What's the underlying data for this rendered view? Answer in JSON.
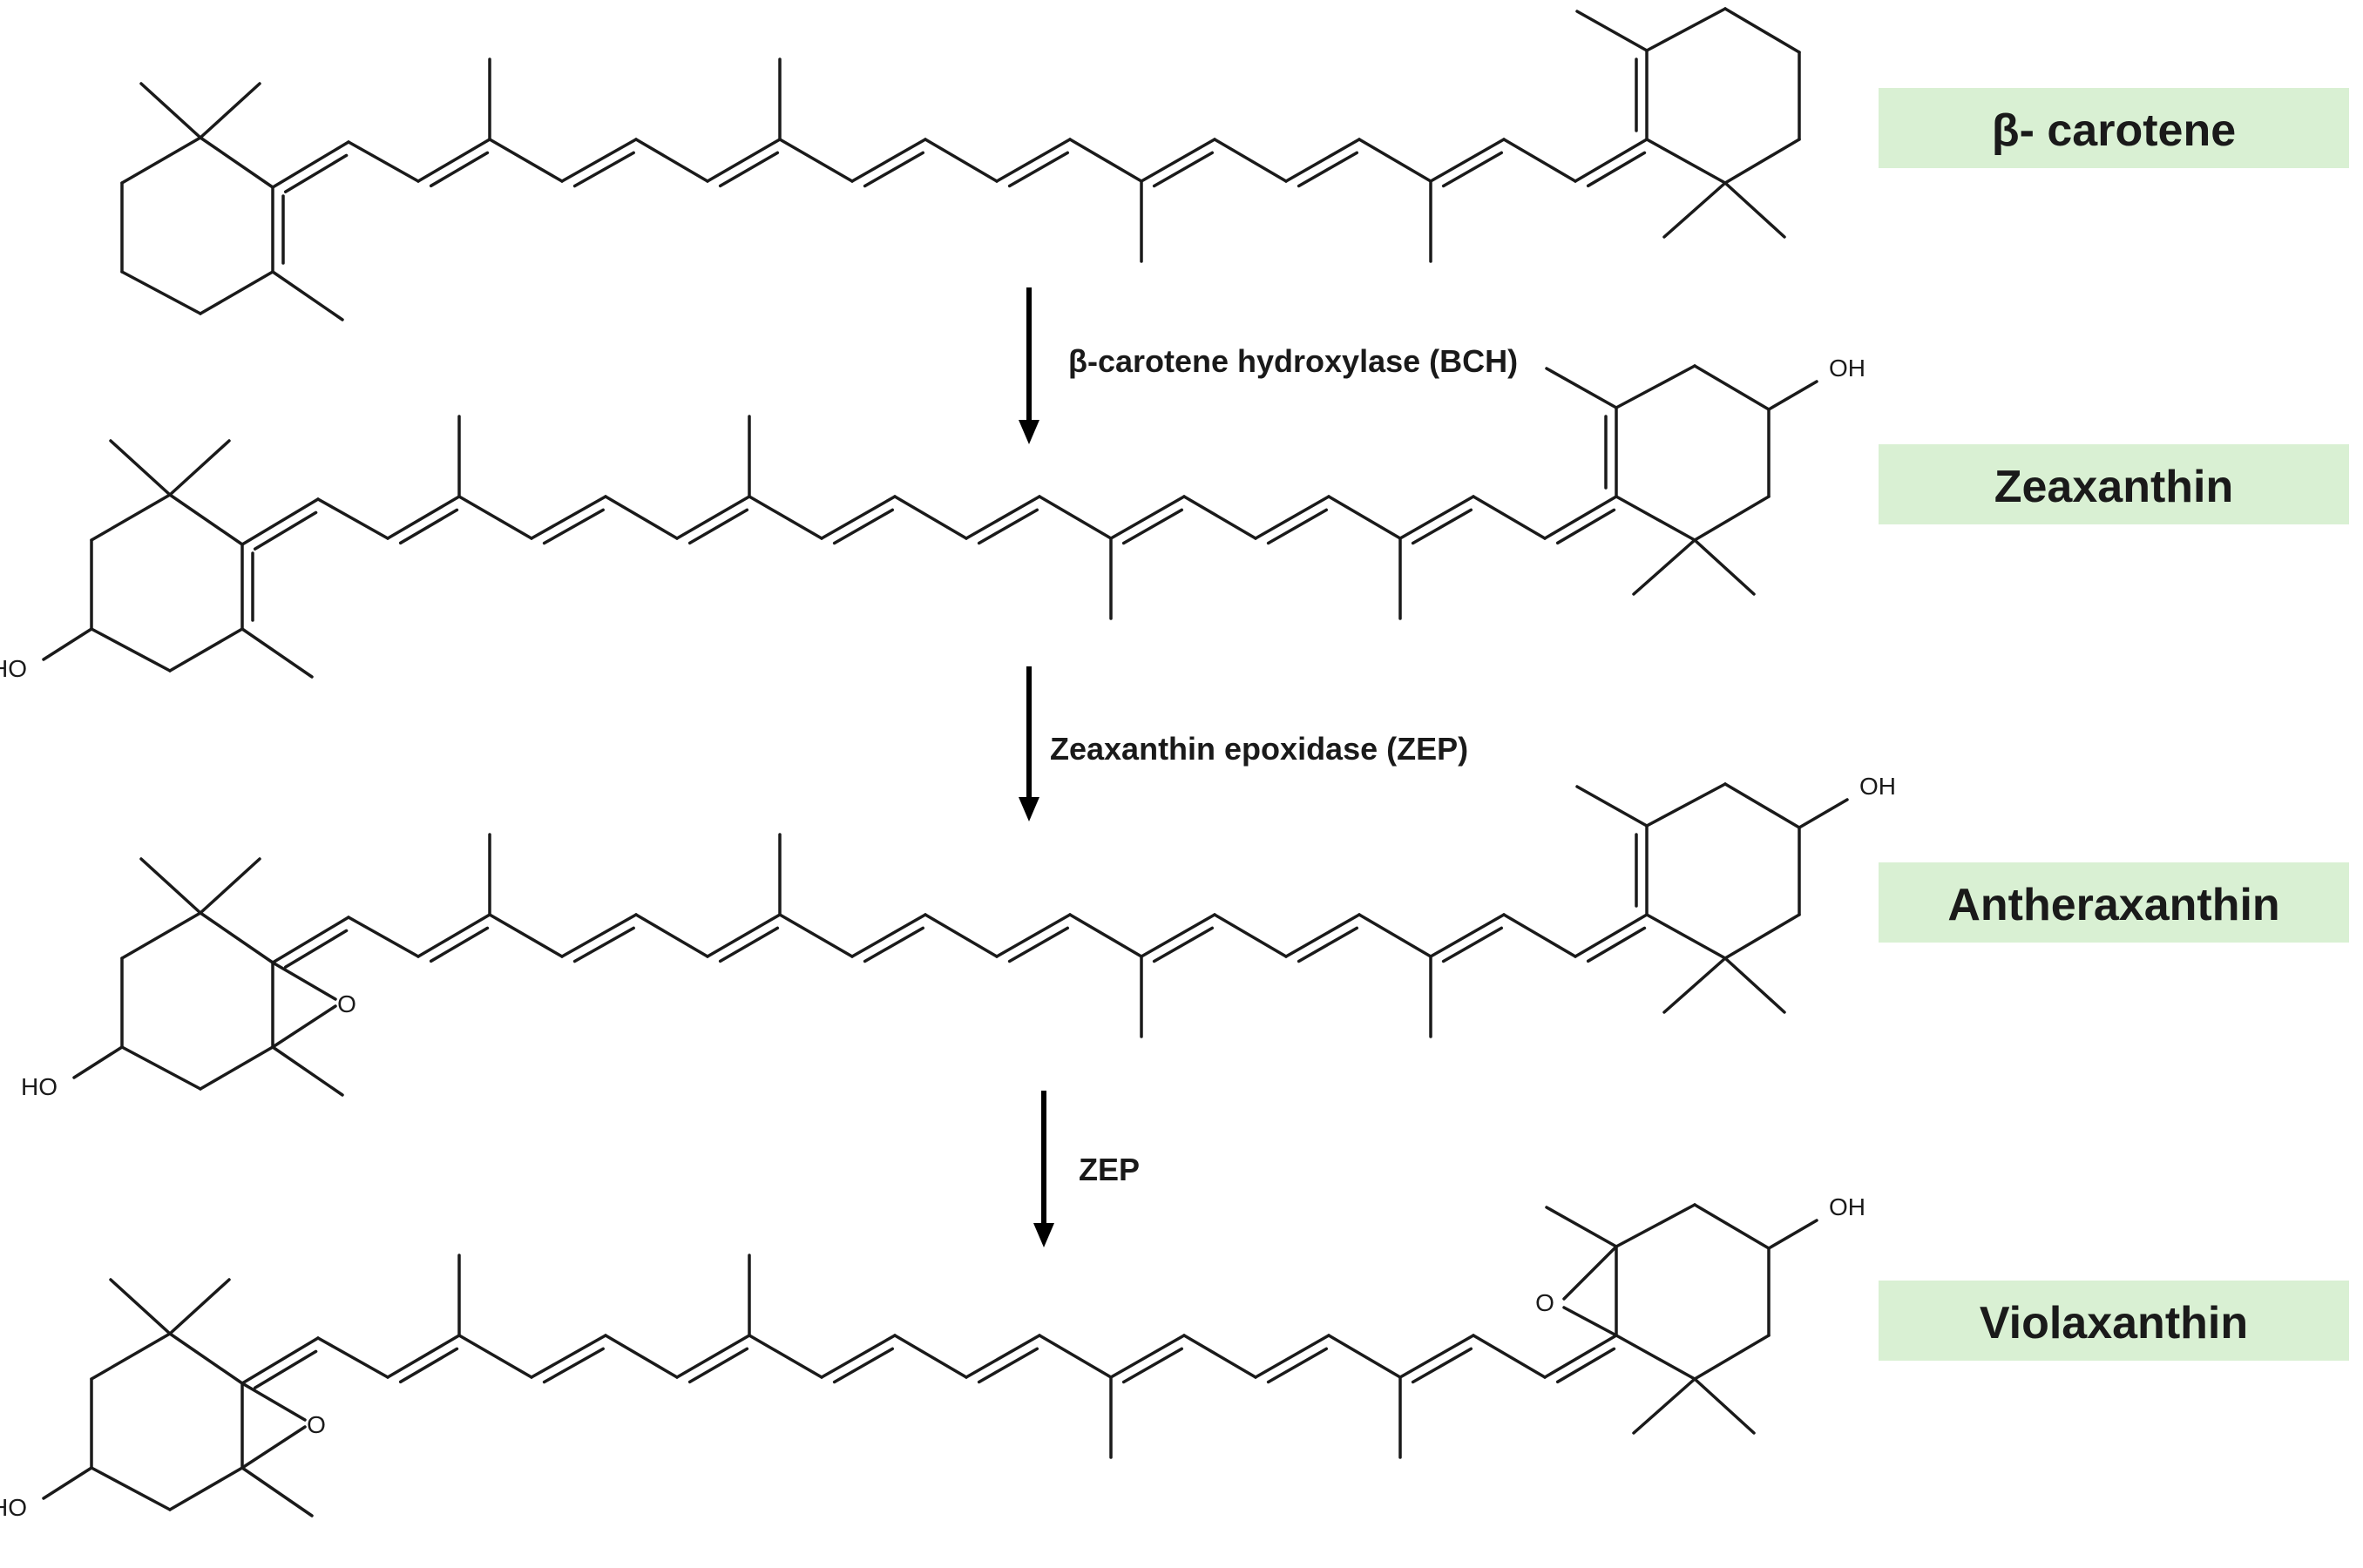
{
  "compounds": [
    {
      "name": "β- carotene",
      "left_end": "plain",
      "right_end": "plain",
      "left_oh": false,
      "right_oh": false,
      "left_epoxide": false,
      "right_epoxide": false
    },
    {
      "name": "Zeaxanthin",
      "left_end": "hydroxy",
      "right_end": "hydroxy",
      "left_oh": true,
      "right_oh": true,
      "left_epoxide": false,
      "right_epoxide": false
    },
    {
      "name": "Antheraxanthin",
      "left_end": "epoxy-hydroxy",
      "right_end": "hydroxy",
      "left_oh": true,
      "right_oh": true,
      "left_epoxide": true,
      "right_epoxide": false
    },
    {
      "name": "Violaxanthin",
      "left_end": "epoxy-hydroxy",
      "right_end": "epoxy-hydroxy",
      "left_oh": true,
      "right_oh": true,
      "left_epoxide": true,
      "right_epoxide": true
    }
  ],
  "steps": [
    {
      "enzyme": "β-carotene hydroxylase (BCH)"
    },
    {
      "enzyme": "Zeaxanthin epoxidase (ZEP)"
    },
    {
      "enzyme": "ZEP"
    }
  ],
  "atoms": {
    "hydroxyl_left": "HO",
    "hydroxyl_right": "OH",
    "epoxide_oxygen": "O"
  },
  "colors": {
    "label_background": "#d9f0d3",
    "ink": "#1a1a1a"
  }
}
